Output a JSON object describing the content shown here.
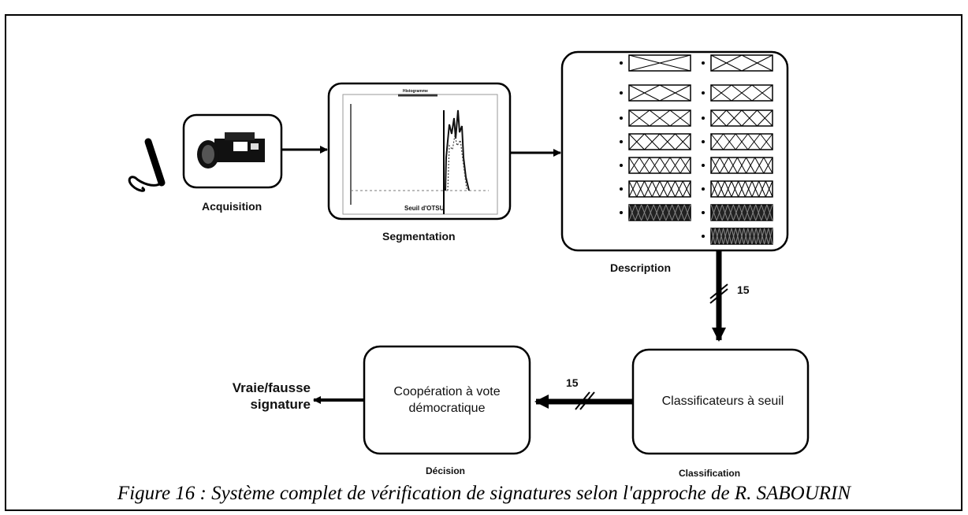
{
  "blocks": {
    "acquisition": "Acquisition",
    "segmentation": "Segmentation",
    "histogram_title": "Histogramme",
    "threshold_label": "Seuil d'OTSU",
    "description": "Description",
    "classification": "Classification",
    "decision": "Décision"
  },
  "boxes": {
    "classifier": "Classificateurs à seuil",
    "cooperation_line1": "Coopération à vote",
    "cooperation_line2": "démocratique"
  },
  "arrows": {
    "bus_width_vertical": "15",
    "bus_width_horizontal": "15"
  },
  "output": {
    "line1": "Vraie/fausse",
    "line2": "signature"
  },
  "caption": "Figure 16 : Système complet de vérification de signatures selon l'approche de R. SABOURIN"
}
